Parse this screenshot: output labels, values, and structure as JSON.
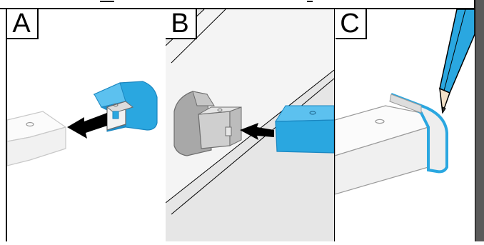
{
  "panels": [
    {
      "label": "A",
      "description_key": "remove-end-cap"
    },
    {
      "label": "B",
      "description_key": "insert-end-cap"
    },
    {
      "label": "C",
      "description_key": "mark-end-cap"
    }
  ],
  "colors": {
    "accent_blue": "#2aa7e0",
    "accent_blue_dark": "#1a86c0",
    "panel_b_bg": "#e6e6e6",
    "grey_cap": "#a8a8a8",
    "grey_cap_dark": "#7d7d7d",
    "frame_dark": "#5a5a5a",
    "line": "#000000"
  }
}
